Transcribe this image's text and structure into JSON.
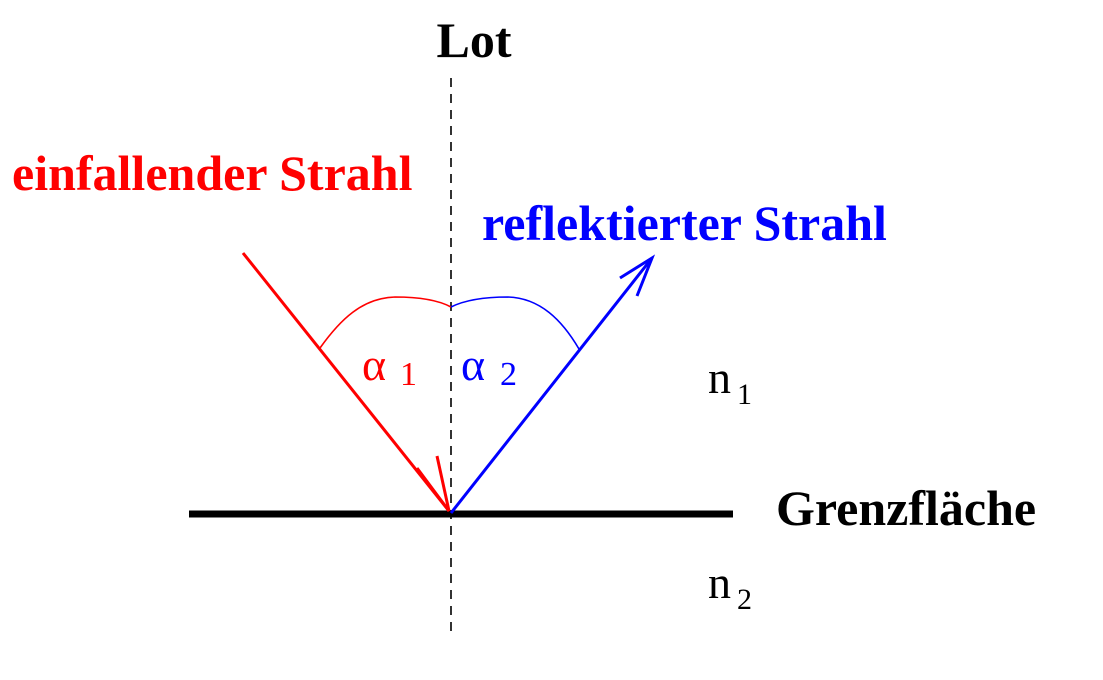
{
  "labels": {
    "normal": "Lot",
    "incident_ray": "einfallender Strahl",
    "reflected_ray": "reflektierter Strahl",
    "interface": "Grenzfläche",
    "angle_incident_symbol": "α",
    "angle_incident_index": "1",
    "angle_reflected_symbol": "α",
    "angle_reflected_index": "2",
    "medium_upper_symbol": "n",
    "medium_upper_index": "1",
    "medium_lower_symbol": "n",
    "medium_lower_index": "2"
  },
  "colors": {
    "incident": "#ff0000",
    "reflected": "#0000ff",
    "interface": "#000000",
    "normal": "#000000",
    "text": "#000000"
  }
}
